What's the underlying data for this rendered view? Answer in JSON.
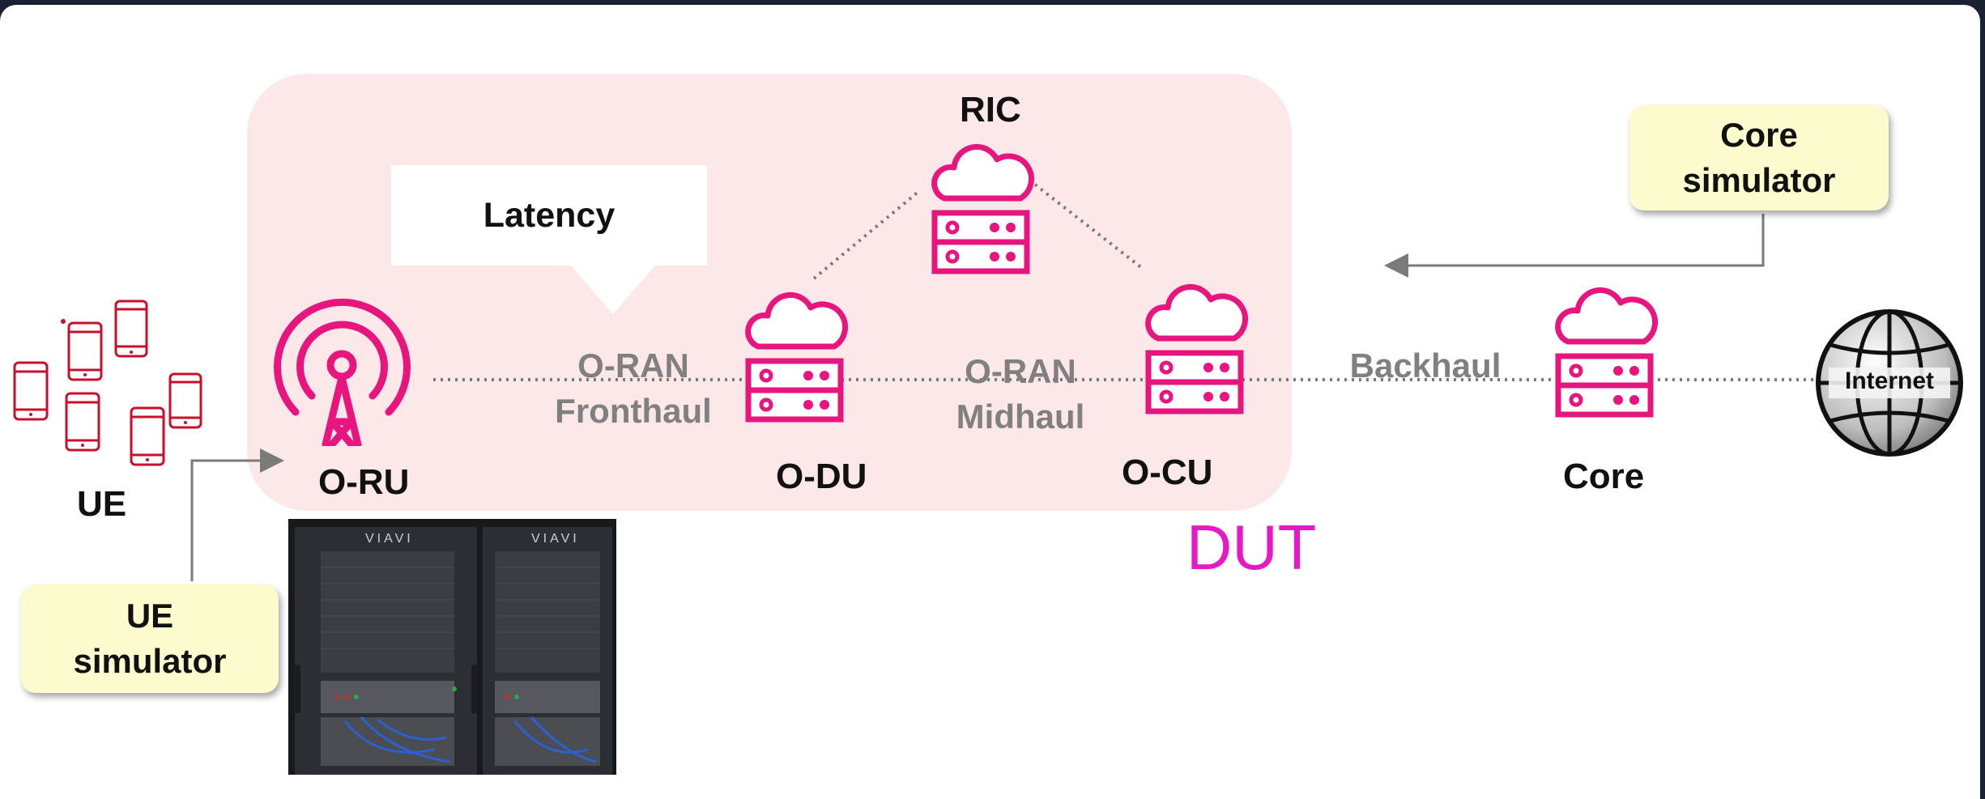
{
  "nodes": {
    "ue": "UE",
    "oru": "O-RU",
    "odu": "O-DU",
    "ric": "RIC",
    "ocu": "O-CU",
    "core": "Core",
    "internet": "Internet"
  },
  "links": {
    "fronthaul": "O-RAN\nFronthaul",
    "midhaul": "O-RAN\nMidhaul",
    "backhaul": "Backhaul"
  },
  "callout": "Latency",
  "dut": "DUT",
  "simulators": {
    "ue": "UE\nsimulator",
    "core": "Core\nsimulator"
  },
  "photo_brand": "VIAVI",
  "colors": {
    "accent": "#e8157f",
    "ue_icon": "#c8102e",
    "dut_fill": "#fce8e8",
    "dut_text": "#e619c8",
    "sim_fill": "#fcfccf",
    "link_text": "#808080"
  }
}
